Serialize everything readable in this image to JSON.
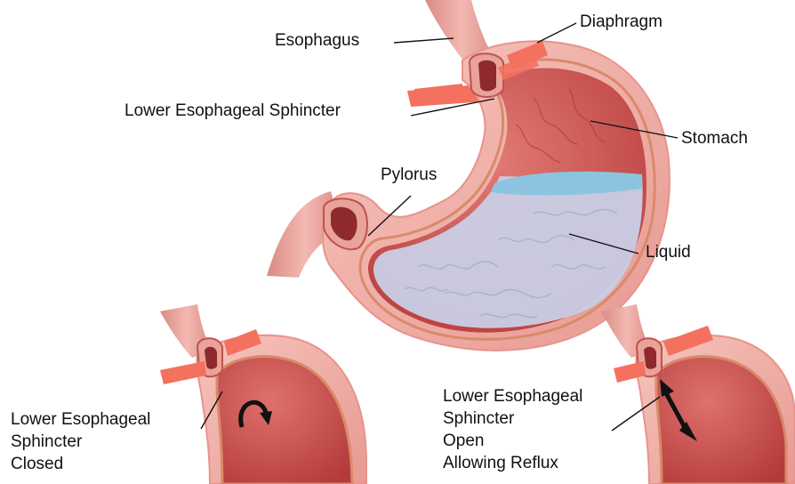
{
  "labels": {
    "esophagus": "Esophagus",
    "diaphragm": "Diaphragm",
    "les": "Lower Esophageal Sphincter",
    "stomach": "Stomach",
    "pylorus": "Pylorus",
    "liquid": "Liquid",
    "closed": [
      "Lower Esophageal",
      "Sphincter",
      "Closed"
    ],
    "open": [
      "Lower Esophageal",
      "Sphincter",
      "Open",
      "Allowing Reflux"
    ]
  },
  "colors": {
    "wall_outer": "#f2b3ad",
    "wall_mid": "#e9a39b",
    "interior": "#c94a48",
    "interior_light": "#dd6a66",
    "muscle_line": "#d98a6a",
    "diaphragm": "#f4705f",
    "liquid": "#c9cfe6",
    "liquid_surface": "#8cc4df",
    "leader_line": "#111111"
  }
}
